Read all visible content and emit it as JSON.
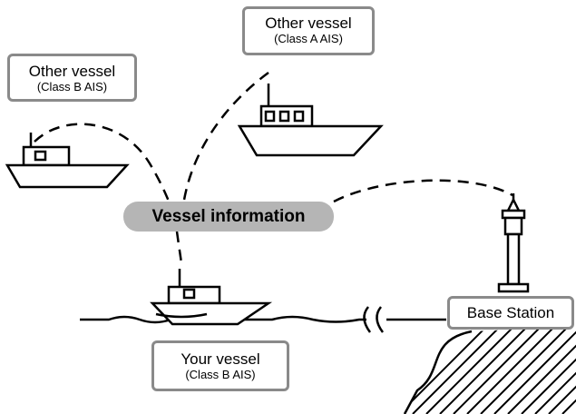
{
  "labels": {
    "other_vessel_b": {
      "title": "Other vessel",
      "subtitle": "(Class B AIS)"
    },
    "other_vessel_a": {
      "title": "Other vessel",
      "subtitle": "(Class A AIS)"
    },
    "your_vessel": {
      "title": "Your vessel",
      "subtitle": "(Class B AIS)"
    },
    "base_station": {
      "title": "Base Station"
    },
    "vessel_information": "Vessel information"
  },
  "colors": {
    "line": "#000000",
    "label_border": "#8a8a8a",
    "pill_fill": "#b5b5b5",
    "background": "#ffffff"
  }
}
